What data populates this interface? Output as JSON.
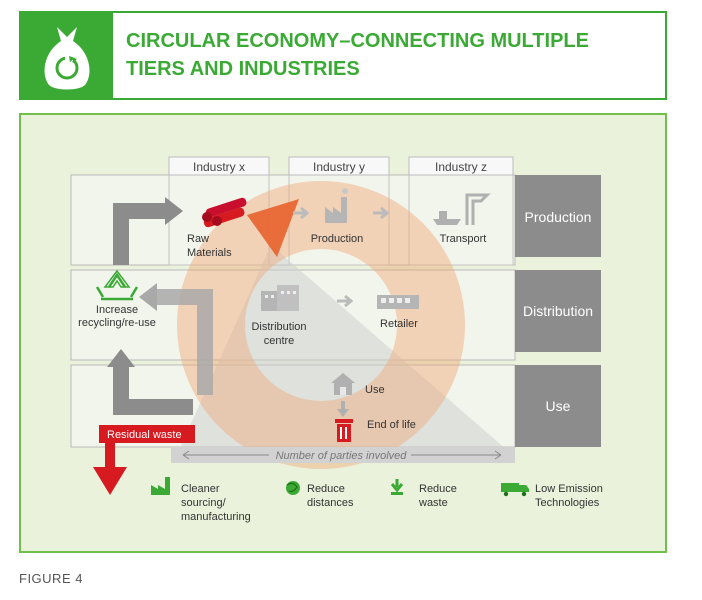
{
  "title": {
    "line1": "CIRCULAR ECONOMY–CONNECTING MULTIPLE",
    "line2": "TIERS AND INDUSTRIES"
  },
  "industries": [
    "Industry  x",
    "Industry  y",
    "Industry  z"
  ],
  "tiers": [
    "Production",
    "Distribution",
    "Use"
  ],
  "nodes": {
    "raw_materials": [
      "Raw",
      "Materials"
    ],
    "production": "Production",
    "transport": "Transport",
    "distribution_centre": [
      "Distribution",
      "centre"
    ],
    "retailer": "Retailer",
    "use": "Use",
    "end_of_life": "End of life"
  },
  "recycling": [
    "Increase",
    "recycling/re-use"
  ],
  "residual_waste": "Residual  waste",
  "parties_axis": "Number of parties involved",
  "legend": [
    {
      "icon": "factory-icon",
      "lines": [
        "Cleaner",
        "sourcing/",
        "manufacturing"
      ]
    },
    {
      "icon": "globe-icon",
      "lines": [
        "Reduce",
        "distances"
      ]
    },
    {
      "icon": "download-icon",
      "lines": [
        "Reduce",
        "waste"
      ]
    },
    {
      "icon": "truck-icon",
      "lines": [
        "Low Emission",
        "Technologies"
      ]
    }
  ],
  "figure_label": "FIGURE 4",
  "colors": {
    "green": "#3aaa35",
    "dark_gray": "#8c8c8c",
    "red": "#d71920",
    "orange": "#f08a3a"
  }
}
